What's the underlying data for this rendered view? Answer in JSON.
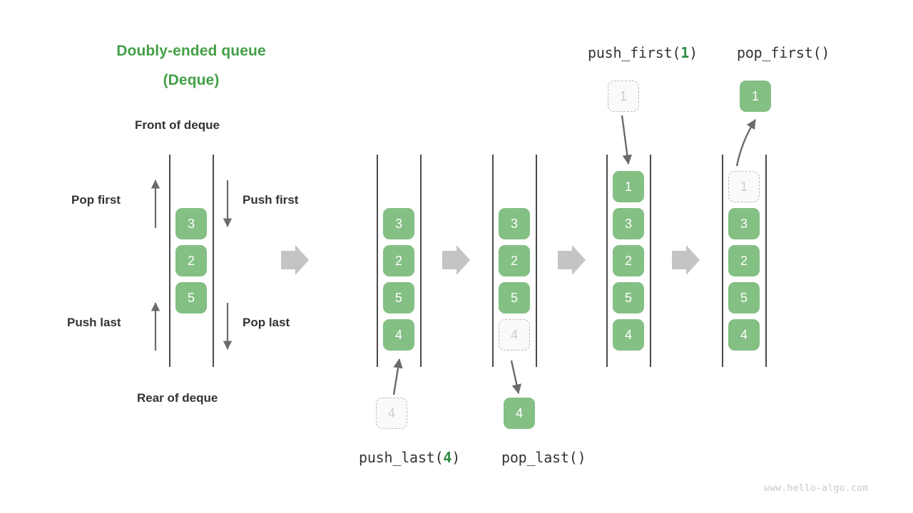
{
  "title_lines": [
    "Doubly-ended queue",
    "(Deque)"
  ],
  "labels": {
    "front": "Front of deque",
    "rear": "Rear of deque",
    "pop_first": "Pop first",
    "push_first": "Push first",
    "push_last": "Push last",
    "pop_last": "Pop last"
  },
  "operations": {
    "push_first": {
      "name": "push_first(",
      "arg": "1",
      "close": ")"
    },
    "pop_first": {
      "name": "pop_first(",
      "arg": "",
      "close": ")"
    },
    "push_last": {
      "name": "push_last(",
      "arg": "4",
      "close": ")"
    },
    "pop_last": {
      "name": "pop_last(",
      "arg": "",
      "close": ")"
    }
  },
  "colors": {
    "title_green": "#43a047",
    "box_green": "#84bf84",
    "arg_green": "#2e8b45",
    "ghost_border": "#bdbdbd",
    "ghost_fill": "#fafafa",
    "ghost_text": "#cccccc",
    "rail": "#4a4a4a",
    "arrow": "#6b6b6b",
    "big_arrow": "#c4c4c4",
    "label_text": "#333333",
    "watermark": "#c9c9c9"
  },
  "columns": [
    {
      "name": "initial",
      "items": [
        {
          "value": "3",
          "state": "solid"
        },
        {
          "value": "2",
          "state": "solid"
        },
        {
          "value": "5",
          "state": "solid"
        }
      ]
    },
    {
      "name": "after-push-last",
      "items": [
        {
          "value": "3",
          "state": "solid"
        },
        {
          "value": "2",
          "state": "solid"
        },
        {
          "value": "5",
          "state": "solid"
        },
        {
          "value": "4",
          "state": "solid"
        }
      ]
    },
    {
      "name": "before-pop-last",
      "items": [
        {
          "value": "3",
          "state": "solid"
        },
        {
          "value": "2",
          "state": "solid"
        },
        {
          "value": "5",
          "state": "solid"
        },
        {
          "value": "4",
          "state": "ghost"
        }
      ]
    },
    {
      "name": "after-push-first",
      "items": [
        {
          "value": "1",
          "state": "solid"
        },
        {
          "value": "3",
          "state": "solid"
        },
        {
          "value": "2",
          "state": "solid"
        },
        {
          "value": "5",
          "state": "solid"
        },
        {
          "value": "4",
          "state": "solid"
        }
      ]
    },
    {
      "name": "before-pop-first",
      "items": [
        {
          "value": "1",
          "state": "ghost"
        },
        {
          "value": "3",
          "state": "solid"
        },
        {
          "value": "2",
          "state": "solid"
        },
        {
          "value": "5",
          "state": "solid"
        },
        {
          "value": "4",
          "state": "solid"
        }
      ]
    }
  ],
  "floating_boxes": {
    "push_last_source": {
      "value": "4",
      "state": "ghost"
    },
    "pop_last_result": {
      "value": "4",
      "state": "solid"
    },
    "push_first_source": {
      "value": "1",
      "state": "ghost"
    },
    "pop_first_result": {
      "value": "1",
      "state": "solid"
    }
  },
  "watermark": "www.hello-algo.com"
}
